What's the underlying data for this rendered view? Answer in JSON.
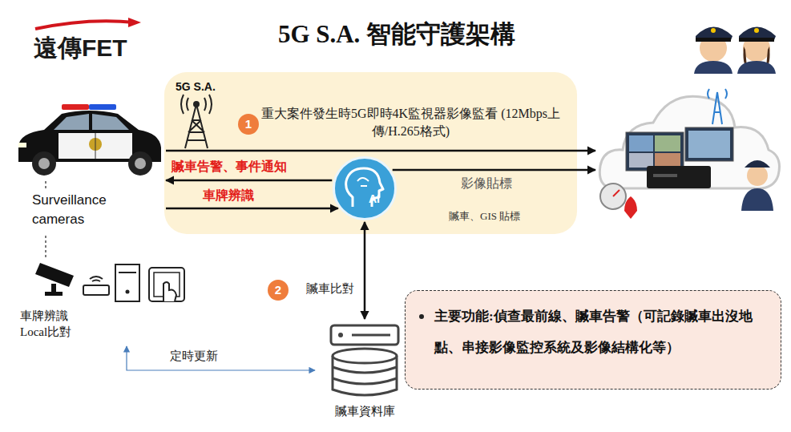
{
  "diagram": {
    "title": "5G S.A. 智能守護架構",
    "nodes": [
      {
        "text": [
          "5G S.A."
        ]
      },
      {
        "text": [
          "AI"
        ],
        "in": 0
      },
      {
        "text": [
          "Surveillance cameras"
        ]
      },
      {
        "text": []
      },
      {
        "text": [
          "車牌辨識 Local比對"
        ]
      },
      {
        "text": [
          "贓車資料庫"
        ]
      },
      {
        "text": [
          "主要功能:偵查最前線、贓車告警（可記錄贓車出沒地點、串接影像監控系統及影像結構化等）"
        ]
      }
    ],
    "edges": [
      {
        "from": 2,
        "to": 3,
        "arrow": "to",
        "label": "重大案件發生時5G即時4K監視器影像監看 (12Mbps上傳/H.265格式)"
      },
      {
        "from": 1,
        "to": 2,
        "arrow": "to",
        "label": "贓車告警、事件通知"
      },
      {
        "from": 2,
        "to": 1,
        "arrow": "to",
        "label": "車牌辨識"
      },
      {
        "from": 1,
        "to": 3,
        "arrow": "to",
        "label": "影像貼標"
      },
      {
        "from": 1,
        "to": 5,
        "arrow": "both",
        "label": "贓車比對"
      },
      {
        "from": 4,
        "to": 5,
        "arrow": "both",
        "label": "定時更新"
      }
    ],
    "labels": [
      "遠傳FET",
      "1",
      "贓車、GIS 貼標",
      "2"
    ]
  }
}
